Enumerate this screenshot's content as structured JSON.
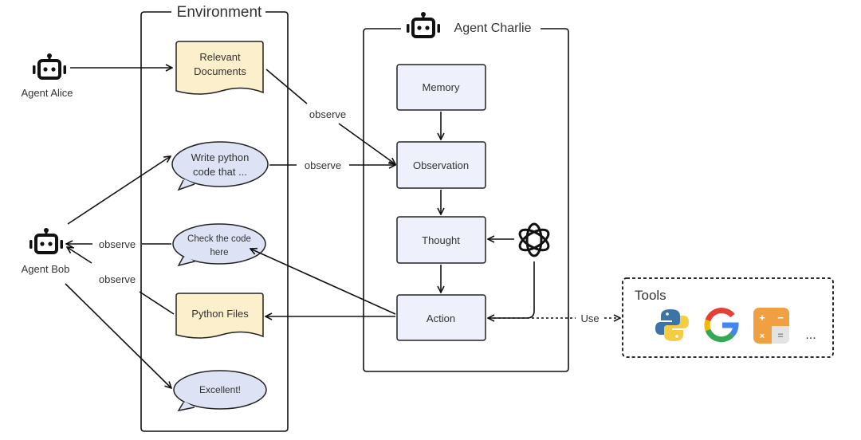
{
  "environment": {
    "title": "Environment",
    "items": [
      {
        "type": "document",
        "text_lines": [
          "Relevant",
          "Documents"
        ]
      },
      {
        "type": "message",
        "text_lines": [
          "Write python",
          "code that ..."
        ]
      },
      {
        "type": "message",
        "text_lines": [
          "Check the code",
          "here"
        ]
      },
      {
        "type": "document",
        "text_lines": [
          "Python Files"
        ]
      },
      {
        "type": "message",
        "text_lines": [
          "Excellent!"
        ]
      }
    ]
  },
  "agents": {
    "alice": "Agent Alice",
    "bob": "Agent Bob",
    "charlie": "Agent Charlie"
  },
  "charlie_modules": [
    "Memory",
    "Observation",
    "Thought",
    "Action"
  ],
  "edge_labels": {
    "observe": "observe",
    "use": "Use"
  },
  "tools": {
    "title": "Tools",
    "icons": [
      "python-icon",
      "google-icon",
      "calculator-icon"
    ],
    "more": "..."
  },
  "colors": {
    "document_fill": "#fbefcc",
    "message_fill": "#dde2f4",
    "module_fill": "#eef1fb",
    "stroke": "#222222"
  }
}
